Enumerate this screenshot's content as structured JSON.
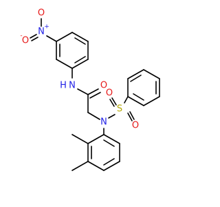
{
  "molecule": {
    "atoms": {
      "nitro_n": "N",
      "nitro_n_charge": "+",
      "nitro_o_top": "O",
      "nitro_o_left": "O",
      "nitro_o_left_charge": "-",
      "amide_nh": "N",
      "amide_h": "H",
      "carbonyl_o": "O",
      "sulfonamide_n": "N",
      "sulfur": "S",
      "sulfonyl_o_left": "O",
      "sulfonyl_o_bottom": "O"
    },
    "colors": {
      "bond": "#000000",
      "nitrogen": "#1f1fe6",
      "oxygen": "#e61919",
      "sulfur": "#b3a700"
    }
  }
}
